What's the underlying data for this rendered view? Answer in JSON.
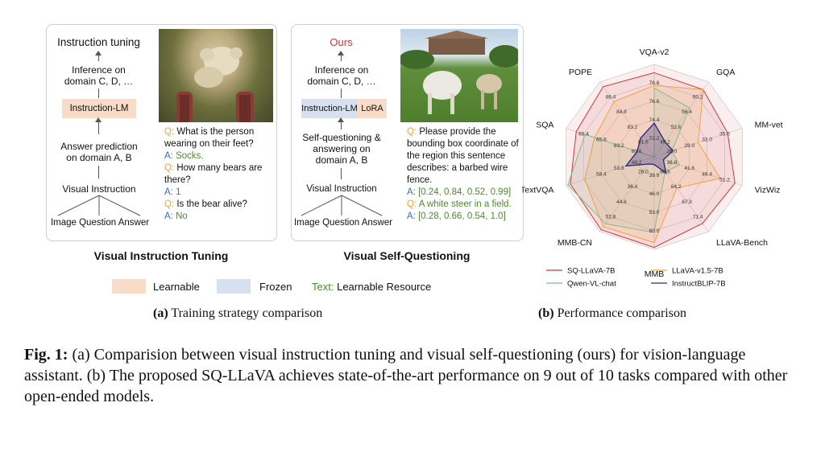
{
  "panel_a": {
    "title": "Visual Instruction Tuning",
    "flow": {
      "top": "Instruction tuning",
      "inference": "Inference on domain C, D, …",
      "model": "Instruction-LM",
      "answer_pred": "Answer prediction on domain A, B",
      "visual_instr": "Visual Instruction",
      "iqa": "Image Question Answer"
    },
    "qa": {
      "q1_mark": "Q:",
      "q1": "What is the person wearing on their feet?",
      "a1_mark": "A:",
      "a1": "Socks.",
      "q2_mark": "Q:",
      "q2": "How many bears are there?",
      "a2_mark": "A:",
      "a2": "1",
      "q3_mark": "Q:",
      "q3": "Is the bear alive?",
      "a3_mark": "A:",
      "a3": "No"
    }
  },
  "panel_b": {
    "title": "Visual Self-Questioning",
    "flow": {
      "top": "Ours",
      "inference": "Inference on domain C, D, …",
      "model": "Instruction-LM",
      "lora": "LoRA",
      "self_q": "Self-questioning & answering on domain A, B",
      "visual_instr": "Visual Instruction",
      "iqa": "Image Question Answer"
    },
    "qa": {
      "q1_mark": "Q:",
      "q1": "Please provide the bounding box coordinate of the region this sentence describes: a barbed wire fence.",
      "a1_mark": "A:",
      "a1": "[0.24, 0.84, 0.52, 0.99]",
      "q2_mark": "Q:",
      "q2": "A white steer in a field.",
      "a2_mark": "A:",
      "a2": "[0.28, 0.66, 0.54, 1.0]"
    }
  },
  "legend": {
    "learnable": "Learnable",
    "frozen": "Frozen",
    "text_label": "Text:",
    "text_value": "Learnable Resource",
    "learnable_color": "#f8dcc7",
    "frozen_color": "#d6e0ef",
    "resource_color": "#4e8a2e"
  },
  "subcaption_a": {
    "label": "(a)",
    "text": "Training strategy comparison"
  },
  "subcaption_b": {
    "label": "(b)",
    "text": "Performance comparison"
  },
  "caption": {
    "label": "Fig. 1:",
    "text": "(a) Comparision between visual instruction tuning and visual self-questioning (ours) for vision-language assistant. (b) The proposed SQ-LLaVA achieves state-of-the-art performance on 9 out of 10 tasks compared with other open-ended models."
  },
  "chart_data": {
    "type": "radar",
    "axes": [
      "VQA-v2",
      "GQA",
      "MM-vet",
      "VizWiz",
      "LLaVA-Bench",
      "MMB",
      "MMB-CN",
      "TextVQA",
      "SQA",
      "POPE"
    ],
    "tick_labels": {
      "VQA-v2": [
        "72.2",
        "74.4",
        "76.6",
        "78.8"
      ],
      "GQA": [
        "49.2",
        "52.6",
        "56.4",
        "60.2"
      ],
      "MM-vet": [
        "26.0",
        "29.0",
        "32.0",
        "35.0"
      ],
      "VizWiz": [
        "36.8",
        "41.6",
        "46.4",
        "51.2"
      ],
      "LLaVA-Bench": [
        "60.6",
        "64.2",
        "67.8",
        "71.4"
      ],
      "MMB": [
        "39.9",
        "46.0",
        "53.0",
        "60.0"
      ],
      "MMB-CN": [
        "28.0",
        "36.4",
        "44.6",
        "52.8"
      ],
      "TextVQA": [
        "49.2",
        "53.8",
        "58.4"
      ],
      "SQA": [
        "60.6",
        "63.2",
        "65.8",
        "68.4"
      ],
      "POPE": [
        "81.6",
        "83.2",
        "84.8",
        "86.4"
      ]
    },
    "series": [
      {
        "name": "SQ-LLaVA-7B",
        "color": "#c7393b",
        "values": [
          80.0,
          62.0,
          35.5,
          54.0,
          73.0,
          66.0,
          60.0,
          61.0,
          69.5,
          87.5
        ]
      },
      {
        "name": "LLaVA-v1.5-7B",
        "color": "#efa43c",
        "values": [
          78.5,
          62.0,
          30.5,
          50.0,
          64.5,
          64.3,
          58.3,
          58.2,
          66.8,
          85.9
        ]
      },
      {
        "name": "Qwen-VL-chat",
        "color": "#86b98b",
        "values": [
          78.2,
          57.5,
          26.0,
          38.9,
          60.6,
          60.6,
          56.7,
          61.5,
          68.2,
          80.0
        ]
      },
      {
        "name": "InstructBLIP-7B",
        "color": "#2e2c7c",
        "values": [
          74.0,
          49.2,
          26.2,
          34.5,
          60.9,
          36.0,
          23.7,
          50.1,
          60.5,
          82.0
        ]
      }
    ]
  }
}
